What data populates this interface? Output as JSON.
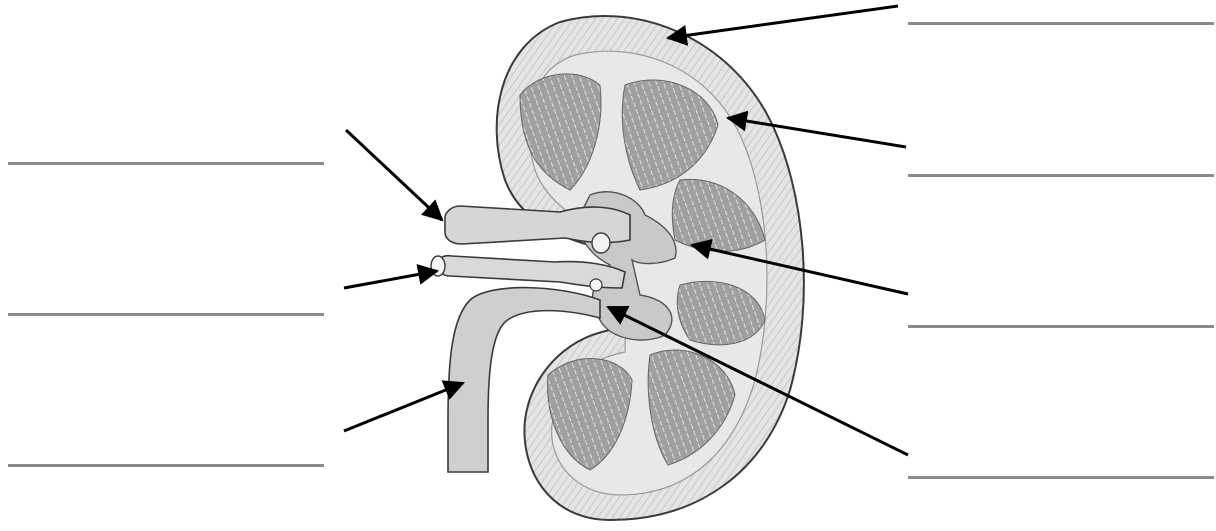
{
  "diagram": {
    "subject": "kidney-cross-section",
    "colors": {
      "background": "#ffffff",
      "outline": "#3a3a3a",
      "capsule": "#d4d4d4",
      "cortex": "#e2e2e2",
      "pyramid": "#9c9c9c",
      "pelvis": "#c6c6c6",
      "vessel": "#cfcfcf",
      "arrow": "#000000",
      "answer_line": "#8a8a8a"
    },
    "labels": [
      {
        "id": "capsule",
        "text": ""
      },
      {
        "id": "cortex",
        "text": ""
      },
      {
        "id": "renal-pelvis",
        "text": ""
      },
      {
        "id": "calyx",
        "text": ""
      },
      {
        "id": "renal-artery",
        "text": ""
      },
      {
        "id": "renal-vein",
        "text": ""
      },
      {
        "id": "ureter",
        "text": ""
      }
    ]
  }
}
